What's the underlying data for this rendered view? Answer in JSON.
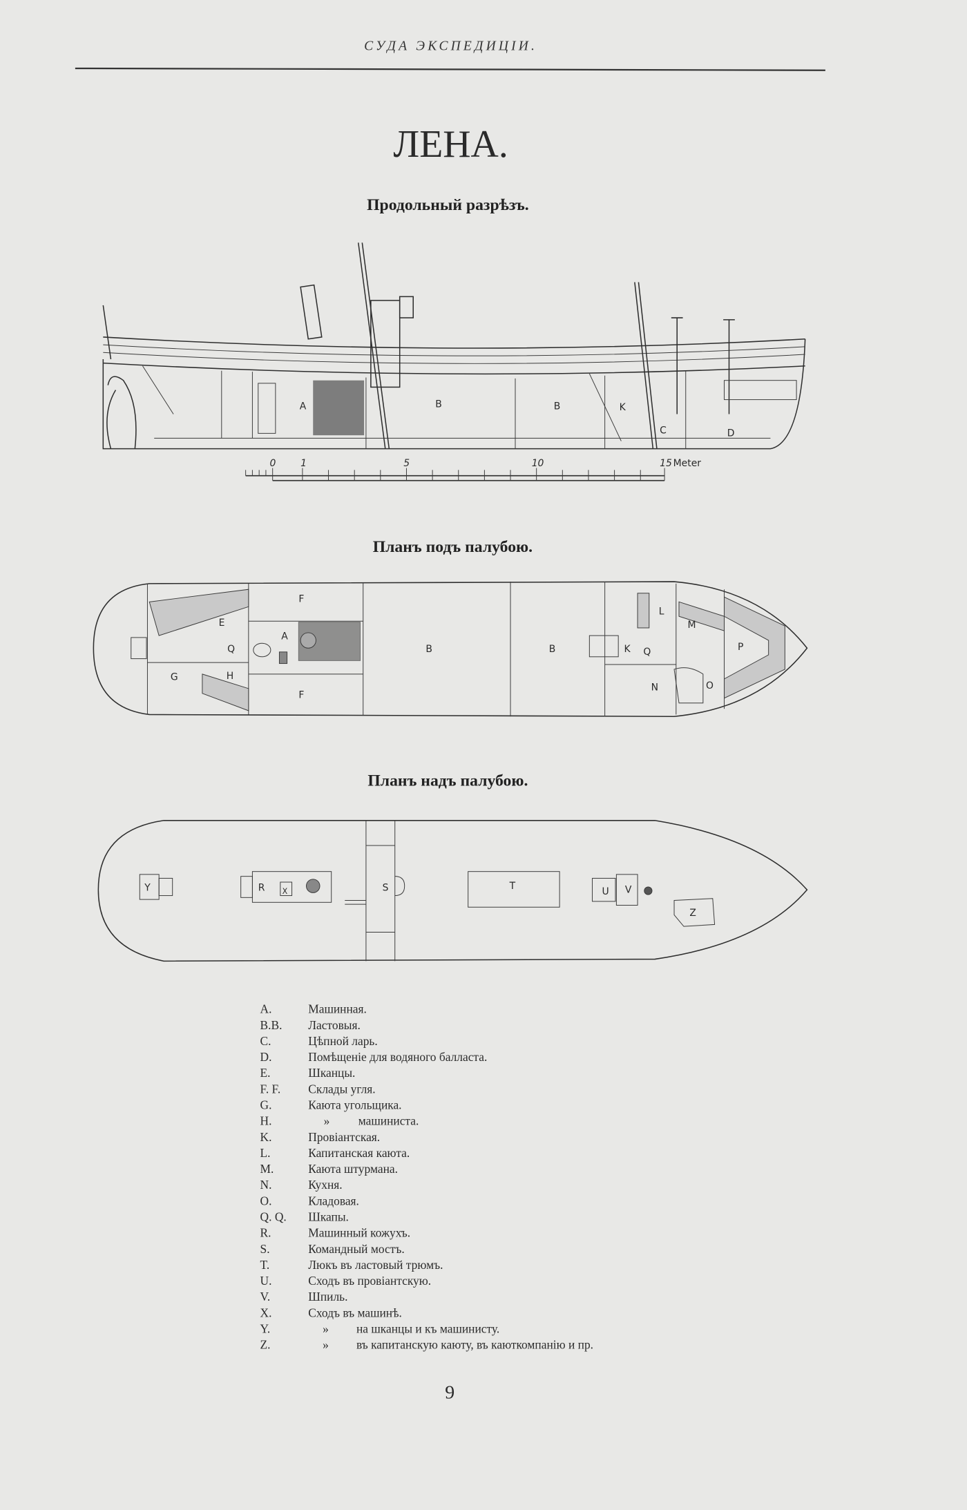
{
  "header": {
    "running_title": "СУДА ЭКСПЕДИЦІИ."
  },
  "title": "ЛЕНА.",
  "sections": {
    "side_view": "Продольный разрѣзъ.",
    "below_deck": "Планъ подъ палубою.",
    "above_deck": "Планъ надъ палубою."
  },
  "side_view_labels": [
    "A",
    "B",
    "B",
    "K",
    "C",
    "D"
  ],
  "scale": {
    "ticks": [
      "0",
      "1",
      "5",
      "10",
      "15"
    ],
    "unit": "Meter"
  },
  "below_deck_labels": [
    "F",
    "E",
    "Q",
    "A",
    "B",
    "B",
    "K",
    "Q",
    "L",
    "M",
    "P",
    "N",
    "O",
    "G",
    "H",
    "F"
  ],
  "above_deck_labels": [
    "Y",
    "R",
    "X",
    "S",
    "T",
    "U",
    "V",
    "Z"
  ],
  "legend": [
    {
      "key": "A.",
      "text": "Машинная."
    },
    {
      "key": "B.B.",
      "text": "Ластовыя."
    },
    {
      "key": "C.",
      "text": "Цѣпной ларь."
    },
    {
      "key": "D.",
      "text": "Помѣщеніе для водяного балласта."
    },
    {
      "key": "E.",
      "text": "Шканцы."
    },
    {
      "key": "F. F.",
      "text": "Склады угля."
    },
    {
      "key": "G.",
      "text": "Каюта угольщика."
    },
    {
      "key": "H.",
      "ditto": "»",
      "text": "машиниста."
    },
    {
      "key": "K.",
      "text": "Провіантская."
    },
    {
      "key": "L.",
      "text": "Капитанская каюта."
    },
    {
      "key": "M.",
      "text": "Каюта штурмана."
    },
    {
      "key": "N.",
      "text": "Кухня."
    },
    {
      "key": "O.",
      "text": "Кладовая."
    },
    {
      "key": "Q. Q.",
      "text": "Шкапы."
    },
    {
      "key": "R.",
      "text": "Машинный кожухъ."
    },
    {
      "key": "S.",
      "text": "Командный мостъ."
    },
    {
      "key": "T.",
      "text": "Люкъ въ ластовый трюмъ."
    },
    {
      "key": "U.",
      "text": "Сходъ въ провіантскую."
    },
    {
      "key": "V.",
      "text": "Шпиль."
    },
    {
      "key": "X.",
      "text": "Сходъ въ машинѣ."
    },
    {
      "key": "Y.",
      "ditto": "»",
      "text": "на шканцы и къ машинисту."
    },
    {
      "key": "Z.",
      "ditto": "»",
      "text": "въ капитанскую каюту, въ каюткомпанію и пр."
    }
  ],
  "page_number": "9"
}
